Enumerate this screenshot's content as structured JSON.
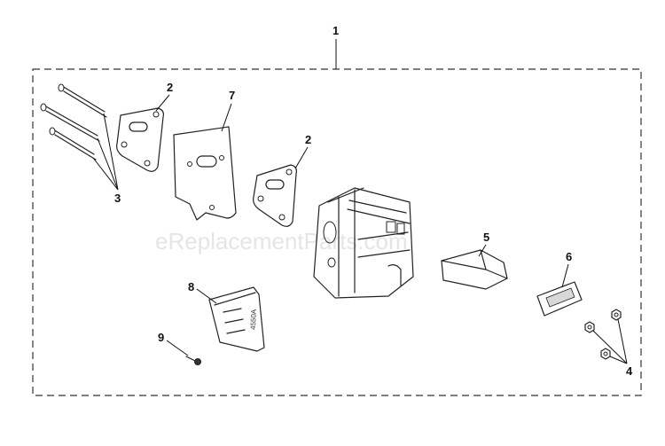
{
  "watermark": "eReplacementParts.com",
  "callouts": {
    "c1": "1",
    "c2a": "2",
    "c2b": "2",
    "c3": "3",
    "c4": "4",
    "c5": "5",
    "c6": "6",
    "c7": "7",
    "c8": "8",
    "c9": "9"
  },
  "parts": {
    "heat_shield_stamp": "4550A"
  }
}
